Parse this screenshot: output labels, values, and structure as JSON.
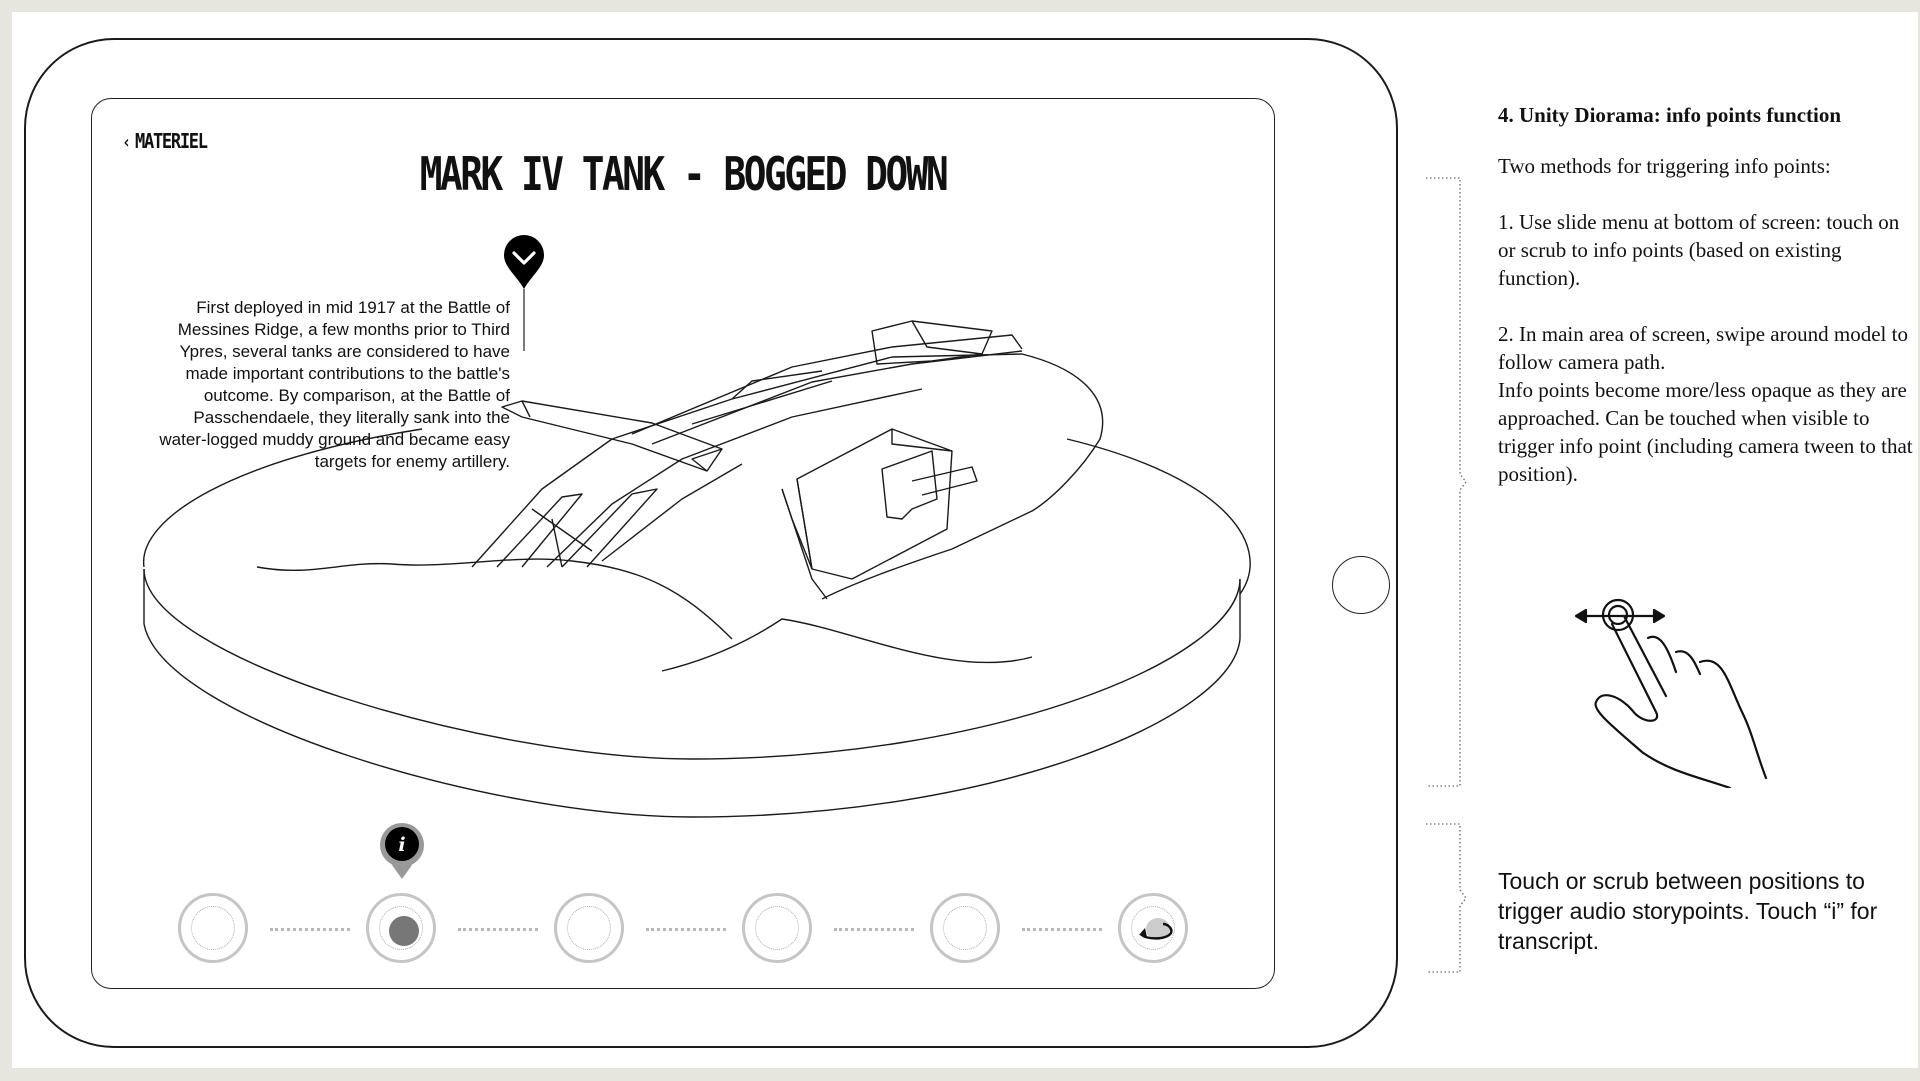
{
  "screen": {
    "back_label": "MATERIEL",
    "title": "MARK IV TANK - BOGGED DOWN",
    "info_text": "First deployed in mid 1917 at the Battle of Messines Ridge, a few months prior to Third Ypres, several tanks are considered to have made important contributions to the battle's outcome. By comparison, at the Battle of Passchendaele, they literally sank into the water-logged muddy ground and became easy targets for enemy artillery.",
    "info_marker_label": "i",
    "nav_points": [
      {
        "name": "position-1",
        "active": false
      },
      {
        "name": "position-2",
        "active": true
      },
      {
        "name": "position-3",
        "active": false
      },
      {
        "name": "position-4",
        "active": false
      },
      {
        "name": "position-5",
        "active": false
      },
      {
        "name": "rotate",
        "active": false
      }
    ]
  },
  "annotations": {
    "heading": "4. Unity Diorama: info points function",
    "intro": "Two methods for triggering info points:",
    "method1": "1. Use slide menu at bottom of screen: touch on or scrub to info points (based on existing function).",
    "method2_a": "2.  In main area of screen, swipe around model to follow camera path.",
    "method2_b": "Info points become more/less opaque as they are approached. Can be touched when visible to trigger info point (including camera tween to that position).",
    "bottom_note": "Touch or scrub between positions to trigger audio storypoints. Touch “i” for transcript."
  },
  "icons": {
    "back": "chevron-left-icon",
    "marker": "chevron-down-marker-icon",
    "info": "info-icon",
    "rotate": "rotate-icon",
    "gesture": "swipe-gesture-icon"
  }
}
